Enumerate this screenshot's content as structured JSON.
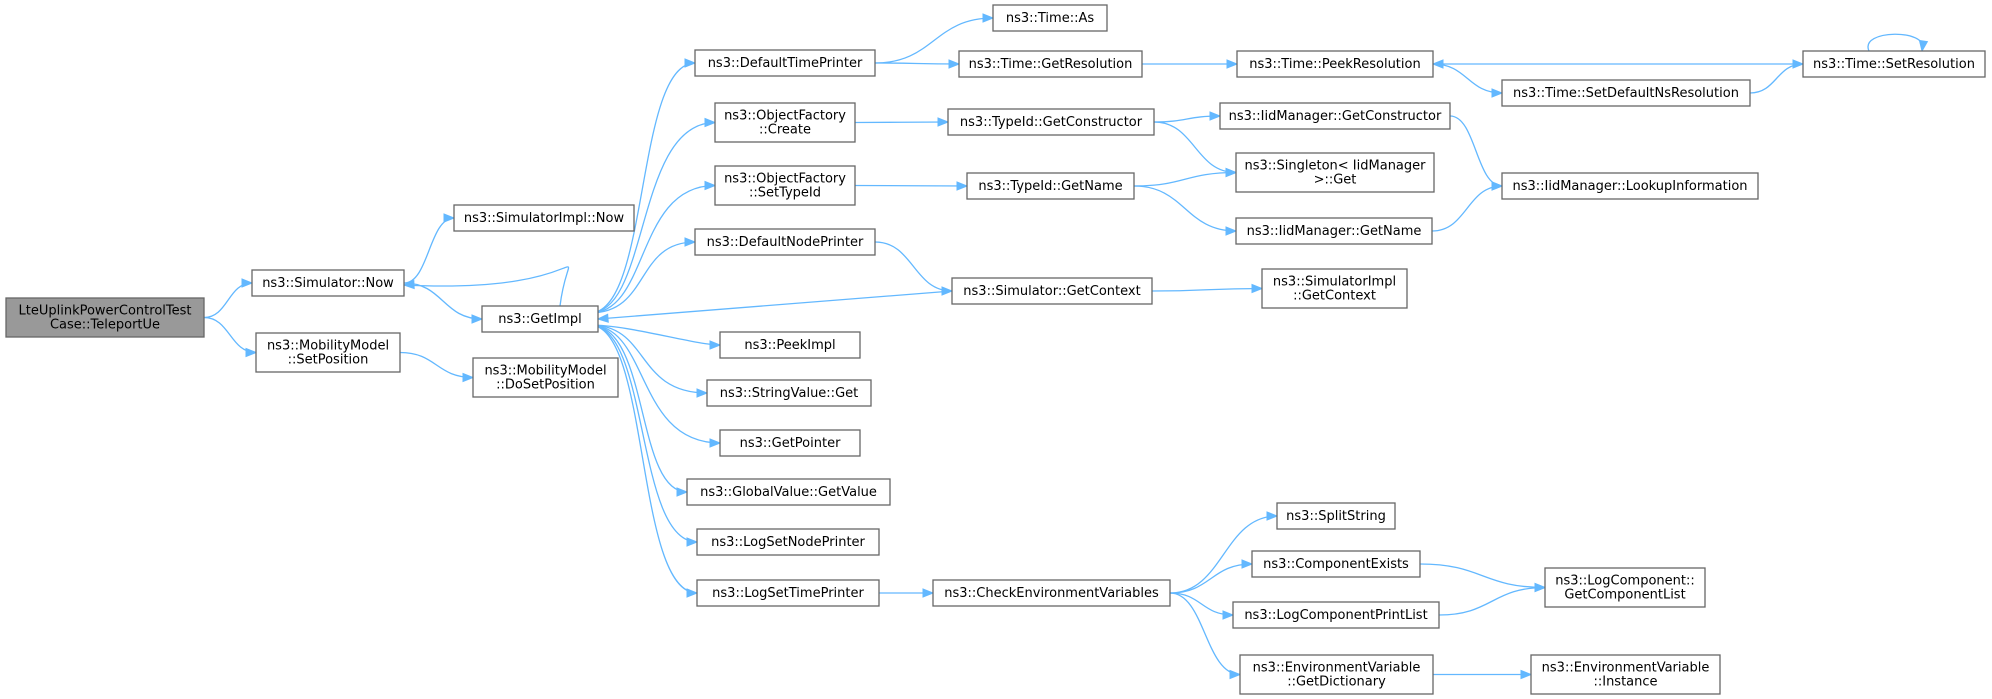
{
  "graph": {
    "nodes": [
      {
        "id": "teleport",
        "lines": [
          "LteUplinkPowerControlTest",
          "Case::TeleportUe"
        ],
        "root": true
      },
      {
        "id": "simnow",
        "lines": [
          "ns3::Simulator::Now"
        ]
      },
      {
        "id": "mmsetpos",
        "lines": [
          "ns3::MobilityModel",
          "::SetPosition"
        ]
      },
      {
        "id": "simimplnow",
        "lines": [
          "ns3::SimulatorImpl::Now"
        ]
      },
      {
        "id": "getimpl",
        "lines": [
          "ns3::GetImpl"
        ]
      },
      {
        "id": "mmdoset",
        "lines": [
          "ns3::MobilityModel",
          "::DoSetPosition"
        ]
      },
      {
        "id": "deftimeprinter",
        "lines": [
          "ns3::DefaultTimePrinter"
        ]
      },
      {
        "id": "ofcreate",
        "lines": [
          "ns3::ObjectFactory",
          "::Create"
        ]
      },
      {
        "id": "ofsettypeid",
        "lines": [
          "ns3::ObjectFactory",
          "::SetTypeId"
        ]
      },
      {
        "id": "defnodeprinter",
        "lines": [
          "ns3::DefaultNodePrinter"
        ]
      },
      {
        "id": "simgetcontext",
        "lines": [
          "ns3::Simulator::GetContext"
        ]
      },
      {
        "id": "peekimpl",
        "lines": [
          "ns3::PeekImpl"
        ]
      },
      {
        "id": "strvalget",
        "lines": [
          "ns3::StringValue::Get"
        ]
      },
      {
        "id": "getpointer",
        "lines": [
          "ns3::GetPointer"
        ]
      },
      {
        "id": "gvgetvalue",
        "lines": [
          "ns3::GlobalValue::GetValue"
        ]
      },
      {
        "id": "logsetnode",
        "lines": [
          "ns3::LogSetNodePrinter"
        ]
      },
      {
        "id": "logsettime",
        "lines": [
          "ns3::LogSetTimePrinter"
        ]
      },
      {
        "id": "timeas",
        "lines": [
          "ns3::Time::As"
        ]
      },
      {
        "id": "timegetres",
        "lines": [
          "ns3::Time::GetResolution"
        ]
      },
      {
        "id": "typeidgetctor",
        "lines": [
          "ns3::TypeId::GetConstructor"
        ]
      },
      {
        "id": "typeidgetname",
        "lines": [
          "ns3::TypeId::GetName"
        ]
      },
      {
        "id": "simimplgetctx",
        "lines": [
          "ns3::SimulatorImpl",
          "::GetContext"
        ]
      },
      {
        "id": "checkenv",
        "lines": [
          "ns3::CheckEnvironmentVariables"
        ]
      },
      {
        "id": "timepeekres",
        "lines": [
          "ns3::Time::PeekResolution"
        ]
      },
      {
        "id": "iidgetctor",
        "lines": [
          "ns3::IidManager::GetConstructor"
        ]
      },
      {
        "id": "singletonget",
        "lines": [
          "ns3::Singleton< IidManager",
          " >::Get"
        ]
      },
      {
        "id": "iidgetname",
        "lines": [
          "ns3::IidManager::GetName"
        ]
      },
      {
        "id": "splitstring",
        "lines": [
          "ns3::SplitString"
        ]
      },
      {
        "id": "compexists",
        "lines": [
          "ns3::ComponentExists"
        ]
      },
      {
        "id": "logcompprint",
        "lines": [
          "ns3::LogComponentPrintList"
        ]
      },
      {
        "id": "envgetdict",
        "lines": [
          "ns3::EnvironmentVariable",
          "::GetDictionary"
        ]
      },
      {
        "id": "timesetdefns",
        "lines": [
          "ns3::Time::SetDefaultNsResolution"
        ]
      },
      {
        "id": "iidlookup",
        "lines": [
          "ns3::IidManager::LookupInformation"
        ]
      },
      {
        "id": "logcompgetlist",
        "lines": [
          "ns3::LogComponent::",
          "GetComponentList"
        ]
      },
      {
        "id": "envinstance",
        "lines": [
          "ns3::EnvironmentVariable",
          "::Instance"
        ]
      },
      {
        "id": "timesetres",
        "lines": [
          "ns3::Time::SetResolution"
        ]
      }
    ],
    "edges": [
      [
        "teleport",
        "simnow"
      ],
      [
        "teleport",
        "mmsetpos"
      ],
      [
        "simnow",
        "simimplnow"
      ],
      [
        "simnow",
        "getimpl"
      ],
      [
        "mmsetpos",
        "mmdoset"
      ],
      [
        "getimpl",
        "simnow"
      ],
      [
        "getimpl",
        "deftimeprinter"
      ],
      [
        "getimpl",
        "ofcreate"
      ],
      [
        "getimpl",
        "ofsettypeid"
      ],
      [
        "getimpl",
        "defnodeprinter"
      ],
      [
        "getimpl",
        "peekimpl"
      ],
      [
        "getimpl",
        "strvalget"
      ],
      [
        "getimpl",
        "getpointer"
      ],
      [
        "getimpl",
        "gvgetvalue"
      ],
      [
        "getimpl",
        "logsetnode"
      ],
      [
        "getimpl",
        "logsettime"
      ],
      [
        "simgetcontext",
        "getimpl"
      ],
      [
        "deftimeprinter",
        "timeas"
      ],
      [
        "deftimeprinter",
        "timegetres"
      ],
      [
        "ofcreate",
        "typeidgetctor"
      ],
      [
        "ofsettypeid",
        "typeidgetname"
      ],
      [
        "defnodeprinter",
        "simgetcontext"
      ],
      [
        "simgetcontext",
        "simimplgetctx"
      ],
      [
        "logsettime",
        "checkenv"
      ],
      [
        "timegetres",
        "timepeekres"
      ],
      [
        "typeidgetctor",
        "iidgetctor"
      ],
      [
        "typeidgetctor",
        "singletonget"
      ],
      [
        "typeidgetname",
        "singletonget"
      ],
      [
        "typeidgetname",
        "iidgetname"
      ],
      [
        "checkenv",
        "splitstring"
      ],
      [
        "checkenv",
        "compexists"
      ],
      [
        "checkenv",
        "logcompprint"
      ],
      [
        "checkenv",
        "envgetdict"
      ],
      [
        "timepeekres",
        "timesetdefns"
      ],
      [
        "timesetdefns",
        "timesetres"
      ],
      [
        "timesetres",
        "timepeekres"
      ],
      [
        "timesetres",
        "timesetres"
      ],
      [
        "iidgetctor",
        "iidlookup"
      ],
      [
        "iidgetname",
        "iidlookup"
      ],
      [
        "compexists",
        "logcompgetlist"
      ],
      [
        "logcompprint",
        "logcompgetlist"
      ],
      [
        "envgetdict",
        "envinstance"
      ]
    ]
  }
}
